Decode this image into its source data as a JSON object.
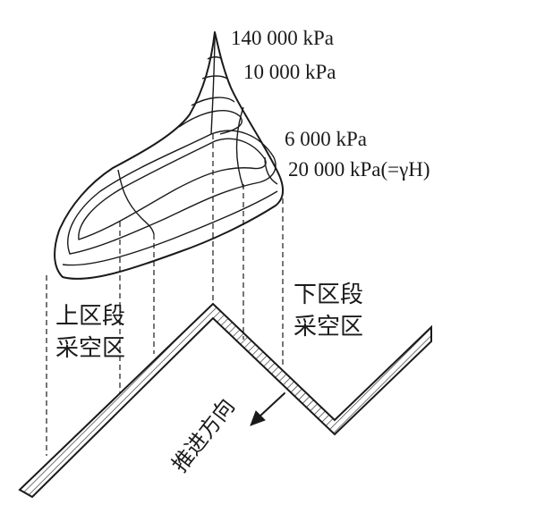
{
  "pressure_labels": {
    "peak": "140 000 kPa",
    "high": "10 000 kPa",
    "mid": "6 000 kPa",
    "base": "20 000 kPa(=γH)"
  },
  "zones": {
    "upper_line1": "上区段",
    "upper_line2": "采空区",
    "lower_line1": "下区段",
    "lower_line2": "采空区"
  },
  "advance_direction": "推进方向"
}
